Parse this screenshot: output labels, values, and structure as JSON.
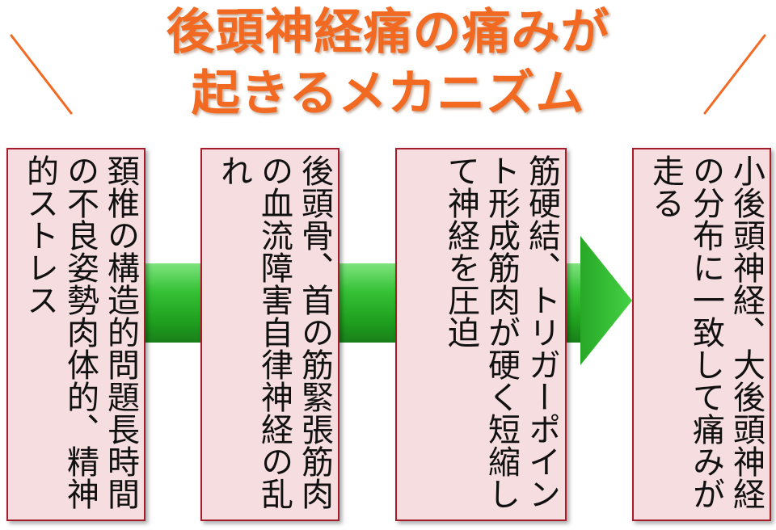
{
  "title": {
    "line1": "後頭神経痛の痛みが",
    "line2": "起きるメカニズム"
  },
  "colors": {
    "title": "#f26a22",
    "arrow": "#2db52d",
    "box_fill": "#f5dde0",
    "box_border": "#a61c2b"
  },
  "boxes": [
    {
      "text": "頚椎の構造的問題長時間の不良姿勢肉体的、精神的ストレス"
    },
    {
      "text": "後頭骨、首の筋緊張筋肉の血流障害自律神経の乱れ"
    },
    {
      "text": "筋硬結、トリガーポイント形成筋肉が硬く短縮して神経を圧迫"
    },
    {
      "text": "小後頭神経、大後頭神経の分布に一致して痛みが走る"
    }
  ]
}
